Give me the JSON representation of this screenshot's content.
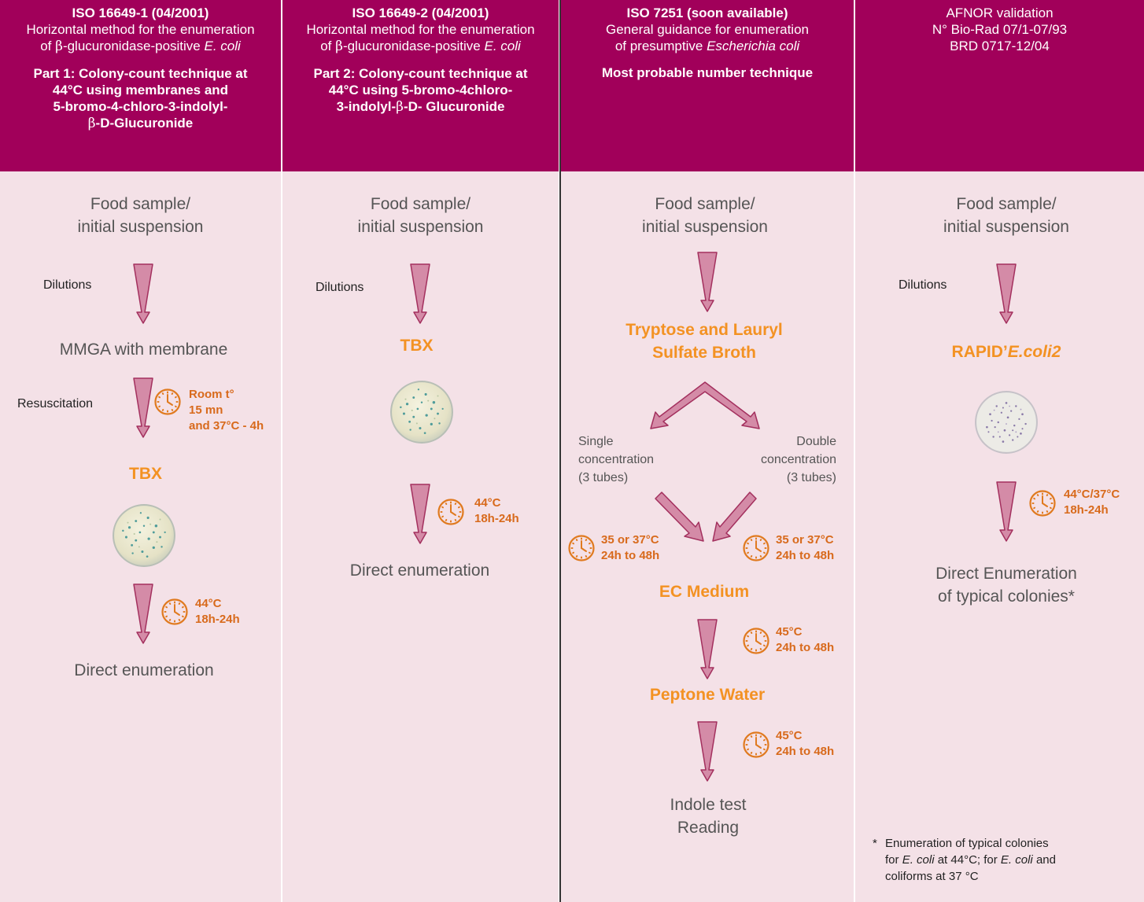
{
  "columns": [
    {
      "head_title": "ISO 16649-1 (04/2001)",
      "head_line1": "Horizontal method for the enumeration",
      "head_line2_prefix": "of ",
      "head_line2_beta": "β",
      "head_line2_mid": "-glucuronidase-positive ",
      "head_line2_italic": "E. coli",
      "part_line1": "Part 1: Colony-count technique at",
      "part_line2": "44°C using membranes and",
      "part_line3": "5-bromo-4-chloro-3-indolyl-",
      "part_line4_beta": "β",
      "part_line4_rest": "-D-Glucuronide",
      "sample_line1": "Food sample/",
      "sample_line2": "initial suspension",
      "dilutions": "Dilutions",
      "mmga": "MMGA with membrane",
      "resuscitation": "Resuscitation",
      "cond1_line1": "Room t°",
      "cond1_line2": "15 mn",
      "cond1_line3": "and 37°C - 4h",
      "medium": "TBX",
      "cond2_line1": "44°C",
      "cond2_line2": "18h-24h",
      "result": "Direct enumeration"
    },
    {
      "head_title": "ISO 16649-2 (04/2001)",
      "head_line1": "Horizontal method for the enumeration",
      "head_line2_prefix": "of ",
      "head_line2_beta": "β",
      "head_line2_mid": "-glucuronidase-positive ",
      "head_line2_italic": "E. coli",
      "part_line1": "Part 2: Colony-count technique at",
      "part_line2": "44°C using 5-bromo-4chloro-",
      "part_line3_prefix": "3-indolyl-",
      "part_line3_beta": "β",
      "part_line3_rest": "-D- Glucuronide",
      "sample_line1": "Food sample/",
      "sample_line2": "initial suspension",
      "dilutions": "Dilutions",
      "medium": "TBX",
      "cond_line1": "44°C",
      "cond_line2": "18h-24h",
      "result": "Direct enumeration"
    },
    {
      "head_title": "ISO 7251 (soon available)",
      "head_line1": "General guidance for enumeration",
      "head_line2_prefix": "of presumptive ",
      "head_line2_italic": "Escherichia coli",
      "part_line1": "Most probable number technique",
      "sample_line1": "Food sample/",
      "sample_line2": "initial suspension",
      "broth_line1": "Tryptose and Lauryl",
      "broth_line2": "Sulfate Broth",
      "single_line1": "Single",
      "single_line2": "concentration",
      "single_line3": "(3 tubes)",
      "double_line1": "Double",
      "double_line2": "concentration",
      "double_line3": "(3 tubes)",
      "left_cond_line1": "35 or 37°C",
      "left_cond_line2": "24h to 48h",
      "right_cond_line1": "35 or 37°C",
      "right_cond_line2": "24h to 48h",
      "ec_medium": "EC Medium",
      "ec_cond_line1": "45°C",
      "ec_cond_line2": "24h to 48h",
      "peptone": "Peptone Water",
      "peptone_cond_line1": "45°C",
      "peptone_cond_line2": "24h to 48h",
      "result_line1": "Indole test",
      "result_line2": "Reading"
    },
    {
      "head_line1": "AFNOR validation",
      "head_line2": "N° Bio-Rad 07/1-07/93",
      "head_line3": "BRD 0717-12/04",
      "sample_line1": "Food sample/",
      "sample_line2": "initial suspension",
      "dilutions": "Dilutions",
      "medium_prefix": "RAPID’",
      "medium_italic": "E.coli2",
      "cond_line1": "44°C/37°C",
      "cond_line2": "18h-24h",
      "result_line1": "Direct Enumeration",
      "result_line2": "of typical colonies*",
      "note_star": "*",
      "note_line1": "Enumeration of typical colonies",
      "note_line2_prefix": "for ",
      "note_line2_italic1": "E. coli",
      "note_line2_mid": " at 44°C; for ",
      "note_line2_italic2": "E. coli",
      "note_line2_suffix": " and",
      "note_line3": "coliforms at 37 °C"
    }
  ],
  "colors": {
    "header": "#a1005a",
    "panel": "#f4e1e7",
    "arrow_fill": "#d48ba7",
    "arrow_stroke": "#a3305e",
    "orange": "#f39223",
    "clock": "#e07a1f"
  },
  "icons": [
    "down-arrow-icon",
    "clock-icon",
    "petri-dish-icon",
    "split-arrow-icon",
    "diagonal-arrow-icon"
  ]
}
